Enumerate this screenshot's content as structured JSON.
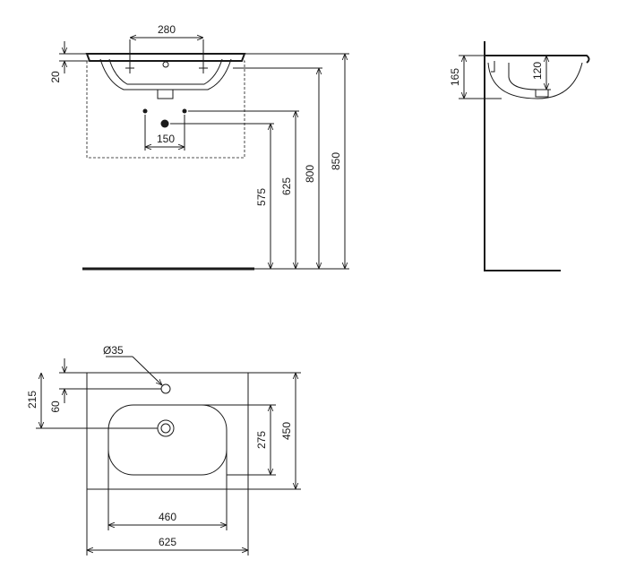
{
  "front_view": {
    "tap_hole_spacing": "280",
    "rim_thickness": "20",
    "drain_spacing": "150",
    "drain_height": "575",
    "waste_height": "625",
    "rim_height": "800",
    "top_height": "850"
  },
  "side_view": {
    "basin_height": "165",
    "bowl_depth": "120"
  },
  "top_view": {
    "tap_hole_diameter": "Ø35",
    "tap_hole_from_back": "60",
    "drain_from_back": "215",
    "bowl_width": "275",
    "overall_depth": "450",
    "bowl_length": "460",
    "overall_width": "625"
  },
  "colors": {
    "line": "#1a1a1a",
    "background": "#ffffff"
  }
}
